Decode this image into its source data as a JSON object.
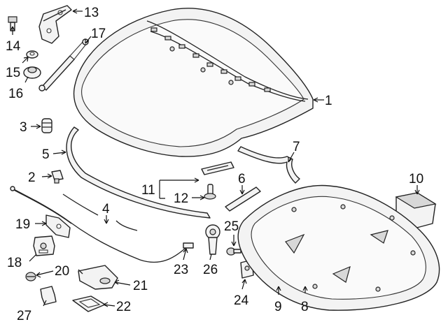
{
  "diagram": {
    "callouts": [
      {
        "id": "1",
        "text": "1"
      },
      {
        "id": "2",
        "text": "2"
      },
      {
        "id": "3",
        "text": "3"
      },
      {
        "id": "4",
        "text": "4"
      },
      {
        "id": "5",
        "text": "5"
      },
      {
        "id": "6",
        "text": "6"
      },
      {
        "id": "7",
        "text": "7"
      },
      {
        "id": "8",
        "text": "8"
      },
      {
        "id": "9",
        "text": "9"
      },
      {
        "id": "10",
        "text": "10"
      },
      {
        "id": "11",
        "text": "11"
      },
      {
        "id": "12",
        "text": "12"
      },
      {
        "id": "13",
        "text": "13"
      },
      {
        "id": "14",
        "text": "14"
      },
      {
        "id": "15",
        "text": "15"
      },
      {
        "id": "16",
        "text": "16"
      },
      {
        "id": "17",
        "text": "17"
      },
      {
        "id": "18",
        "text": "18"
      },
      {
        "id": "19",
        "text": "19"
      },
      {
        "id": "20",
        "text": "20"
      },
      {
        "id": "21",
        "text": "21"
      },
      {
        "id": "22",
        "text": "22"
      },
      {
        "id": "23",
        "text": "23"
      },
      {
        "id": "24",
        "text": "24"
      },
      {
        "id": "25",
        "text": "25"
      },
      {
        "id": "26",
        "text": "26"
      },
      {
        "id": "27",
        "text": "27"
      }
    ]
  }
}
